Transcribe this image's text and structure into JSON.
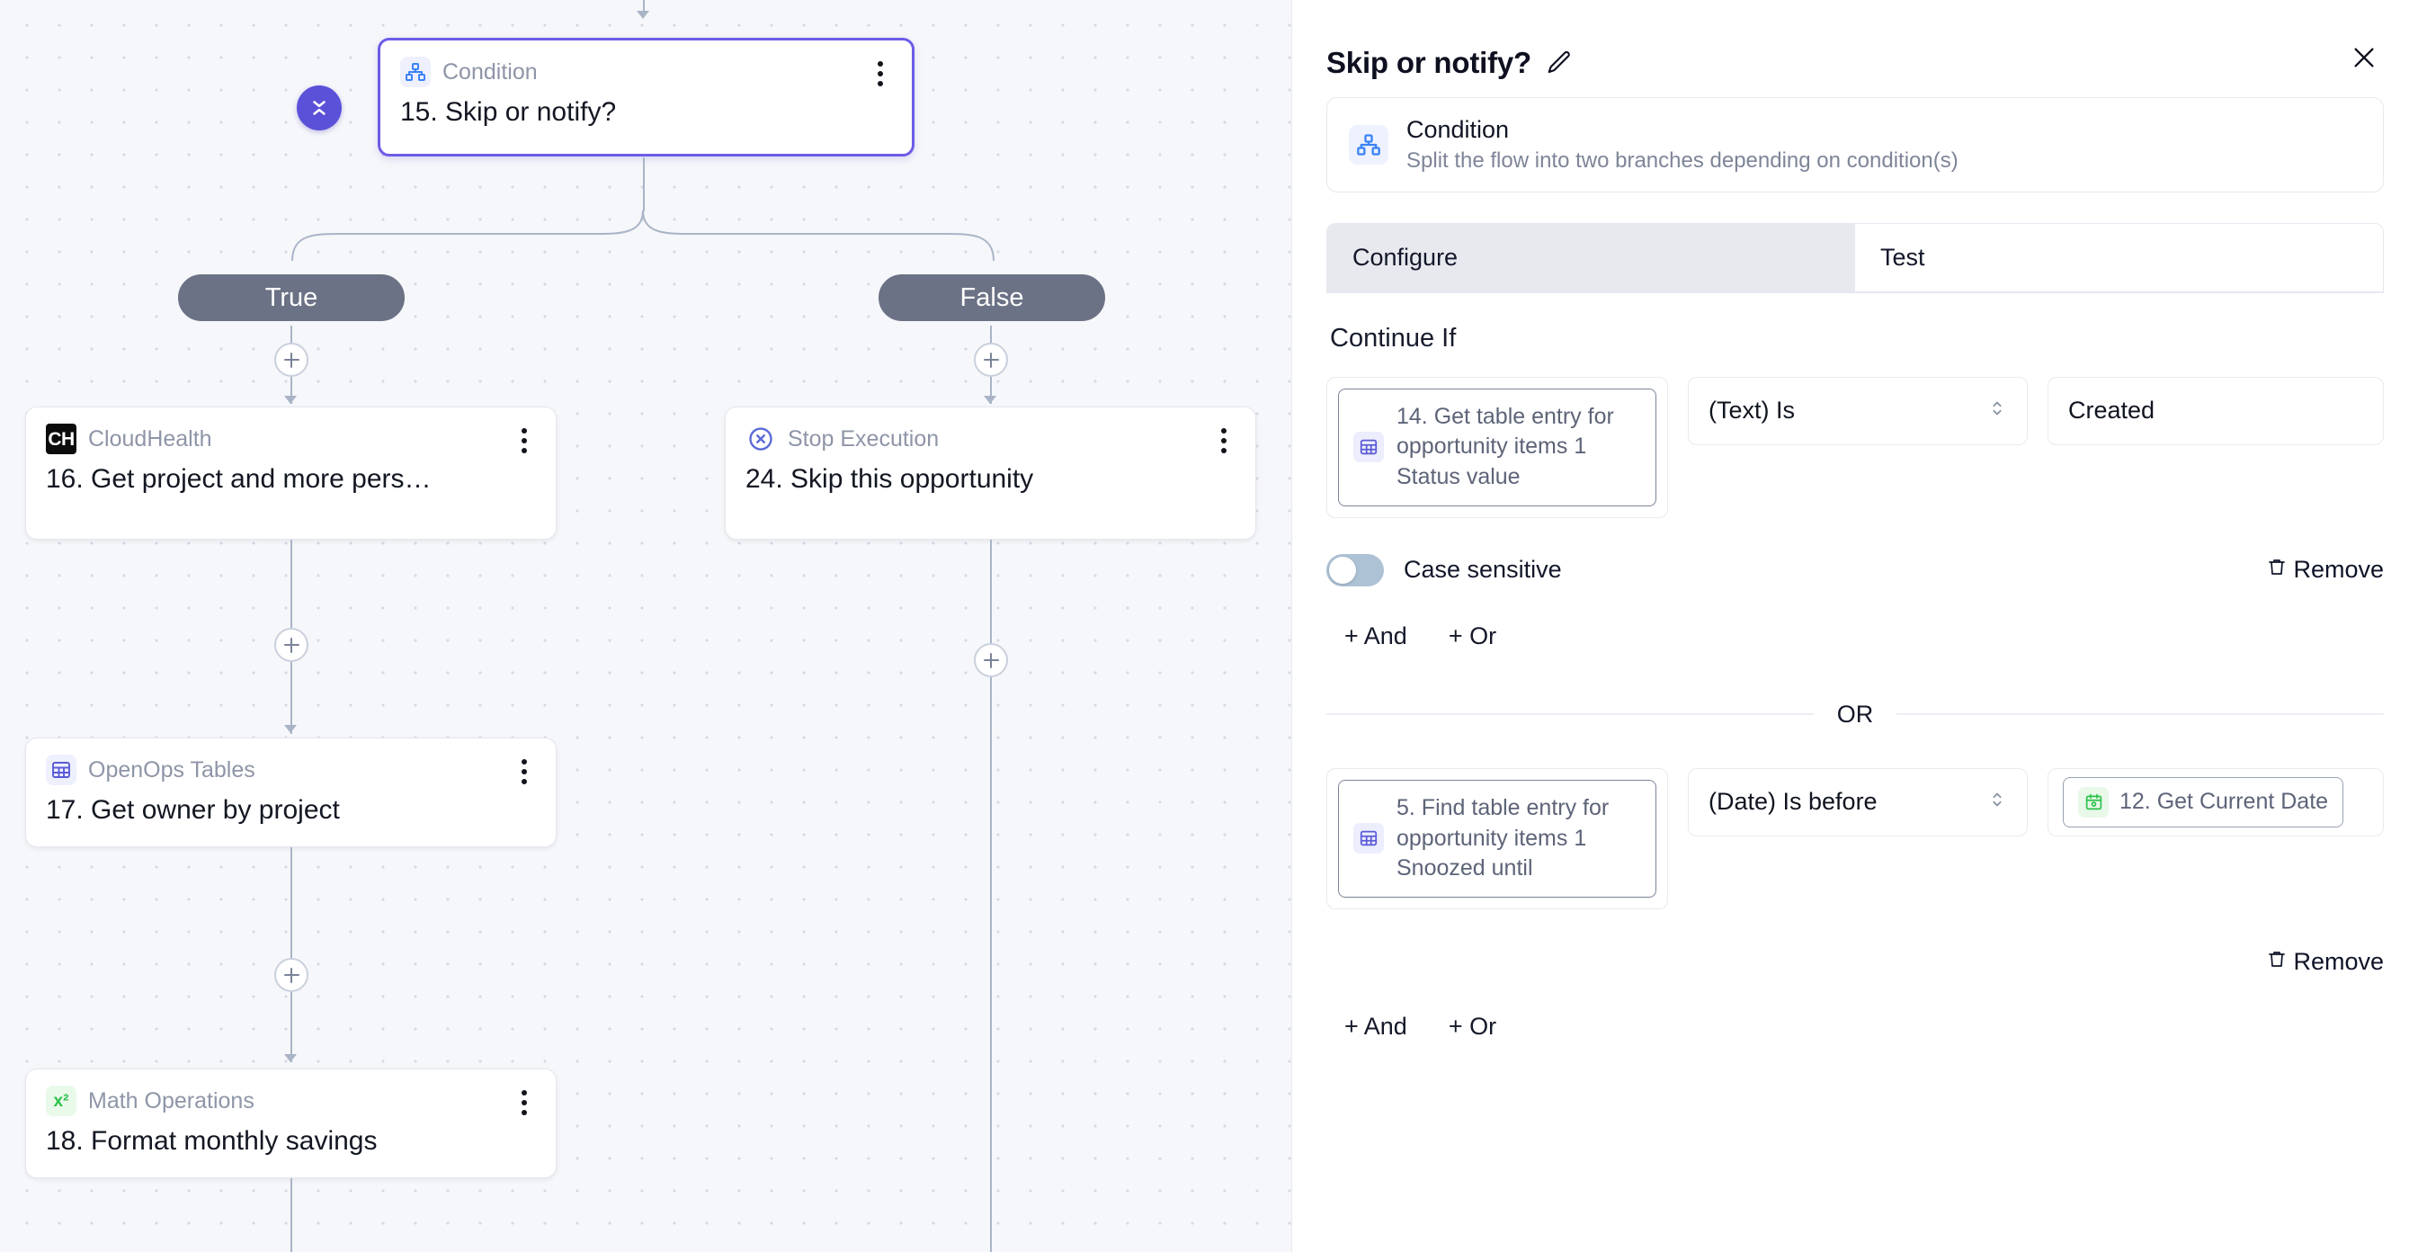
{
  "canvas": {
    "selected_node": {
      "vendor": "Condition",
      "title": "15. Skip or notify?",
      "icon": "sitemap-icon"
    },
    "branches": [
      {
        "label": "True"
      },
      {
        "label": "False"
      }
    ],
    "nodes": [
      {
        "vendor": "CloudHealth",
        "title": "16. Get project and more pers…",
        "icon": "cloudhealth-icon",
        "icon_text": "CH"
      },
      {
        "vendor": "Stop Execution",
        "title": "24. Skip this opportunity",
        "icon": "stop-execution-icon"
      },
      {
        "vendor": "OpenOps Tables",
        "title": "17. Get owner by project",
        "icon": "table-icon"
      },
      {
        "vendor": "Math Operations",
        "title": "18. Format monthly savings",
        "icon": "math-icon",
        "icon_text": "x²"
      }
    ],
    "collapse_icon": "chevrons-collapse-icon",
    "add_icon": "plus-icon",
    "menu_icon": "more-vertical-icon"
  },
  "panel": {
    "title": "Skip or notify?",
    "edit_icon": "pencil-icon",
    "close_icon": "close-icon",
    "piece": {
      "name": "Condition",
      "description": "Split the flow into two branches depending on condition(s)",
      "icon": "sitemap-icon"
    },
    "tabs": [
      {
        "label": "Configure",
        "active": true
      },
      {
        "label": "Test",
        "active": false
      }
    ],
    "section_label": "Continue If",
    "conditions": [
      {
        "token": "14. Get table entry for opportunity items 1 Status value",
        "token_icon": "table-icon",
        "operator": "(Text) Is",
        "operator_icon": "chevron-updown-icon",
        "value": "Created",
        "value_is_token": false,
        "case_sensitive_label": "Case sensitive",
        "case_sensitive_on": false,
        "remove_label": "Remove",
        "remove_icon": "trash-icon",
        "and_label": "+ And",
        "or_label": "+ Or"
      },
      {
        "token": "5. Find table entry for opportunity items 1 Snoozed until",
        "token_icon": "table-icon",
        "operator": "(Date) Is before",
        "operator_icon": "chevron-updown-icon",
        "value": "12. Get Current Date",
        "value_is_token": true,
        "value_token_icon": "calendar-icon",
        "remove_label": "Remove",
        "remove_icon": "trash-icon",
        "and_label": "+ And",
        "or_label": "+ Or"
      }
    ],
    "group_divider_label": "OR"
  },
  "colors": {
    "accent": "#5b51d8",
    "branch_pill": "#6b7285",
    "tab_active_bg": "#e7e9ef",
    "canvas_bg": "#f6f7fa",
    "token_icon_purple": "#5b5bd6",
    "token_icon_green": "#2bc24a"
  }
}
